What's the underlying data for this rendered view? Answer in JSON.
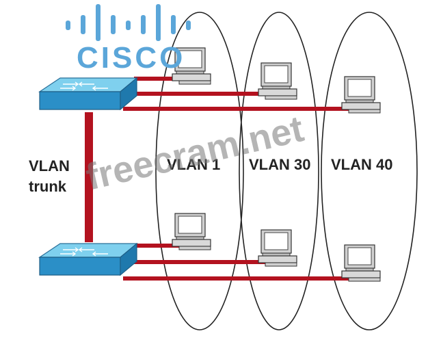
{
  "logo": {
    "word": "CISCO",
    "color": "#5ba6d9"
  },
  "watermark": {
    "text": "freecram.net"
  },
  "labels": {
    "trunk_line1": "VLAN",
    "trunk_line2": "trunk",
    "vlan1": "VLAN 1",
    "vlan30": "VLAN 30",
    "vlan40": "VLAN 40"
  },
  "colors": {
    "link": "#b3121f",
    "switch_top": "#7fd0ee",
    "switch_side": "#2b8fc7",
    "ellipse": "#222222",
    "pc_body": "#d9d9d9"
  },
  "icons": {
    "switch": "switch-icon",
    "pc": "pc-icon"
  }
}
